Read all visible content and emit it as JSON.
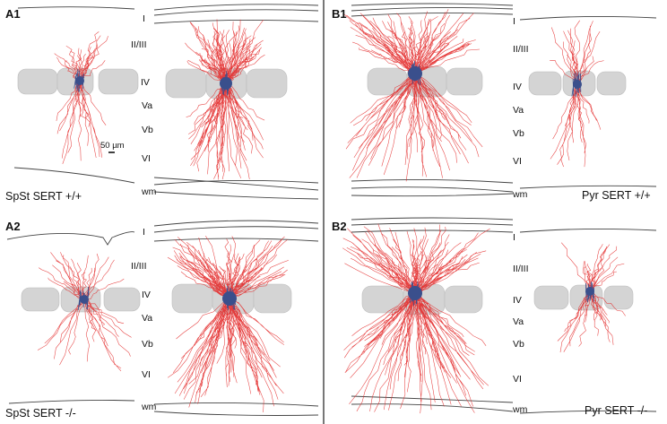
{
  "colors": {
    "dendrite": "#e32a2a",
    "soma": "#3a4f8c",
    "barrel": "#d4d4d4",
    "boundary": "#333333",
    "divider": "#777777"
  },
  "panels": [
    {
      "id": "A1",
      "label": "A1",
      "condition": "SpSt SERT +/+",
      "scalebar": "50 µm",
      "layers": [
        "I",
        "II/III",
        "IV",
        "Va",
        "Vb",
        "VI",
        "wm"
      ]
    },
    {
      "id": "A2",
      "label": "A2",
      "condition": "SpSt SERT -/-",
      "layers": [
        "I",
        "II/III",
        "IV",
        "Va",
        "Vb",
        "VI",
        "wm"
      ]
    },
    {
      "id": "B1",
      "label": "B1",
      "condition": "Pyr SERT +/+",
      "layers": [
        "I",
        "II/III",
        "IV",
        "Va",
        "Vb",
        "VI",
        "wm"
      ]
    },
    {
      "id": "B2",
      "label": "B2",
      "condition": "Pyr SERT -/-",
      "layers": [
        "I",
        "II/III",
        "IV",
        "Va",
        "Vb",
        "VI",
        "wm"
      ]
    }
  ]
}
